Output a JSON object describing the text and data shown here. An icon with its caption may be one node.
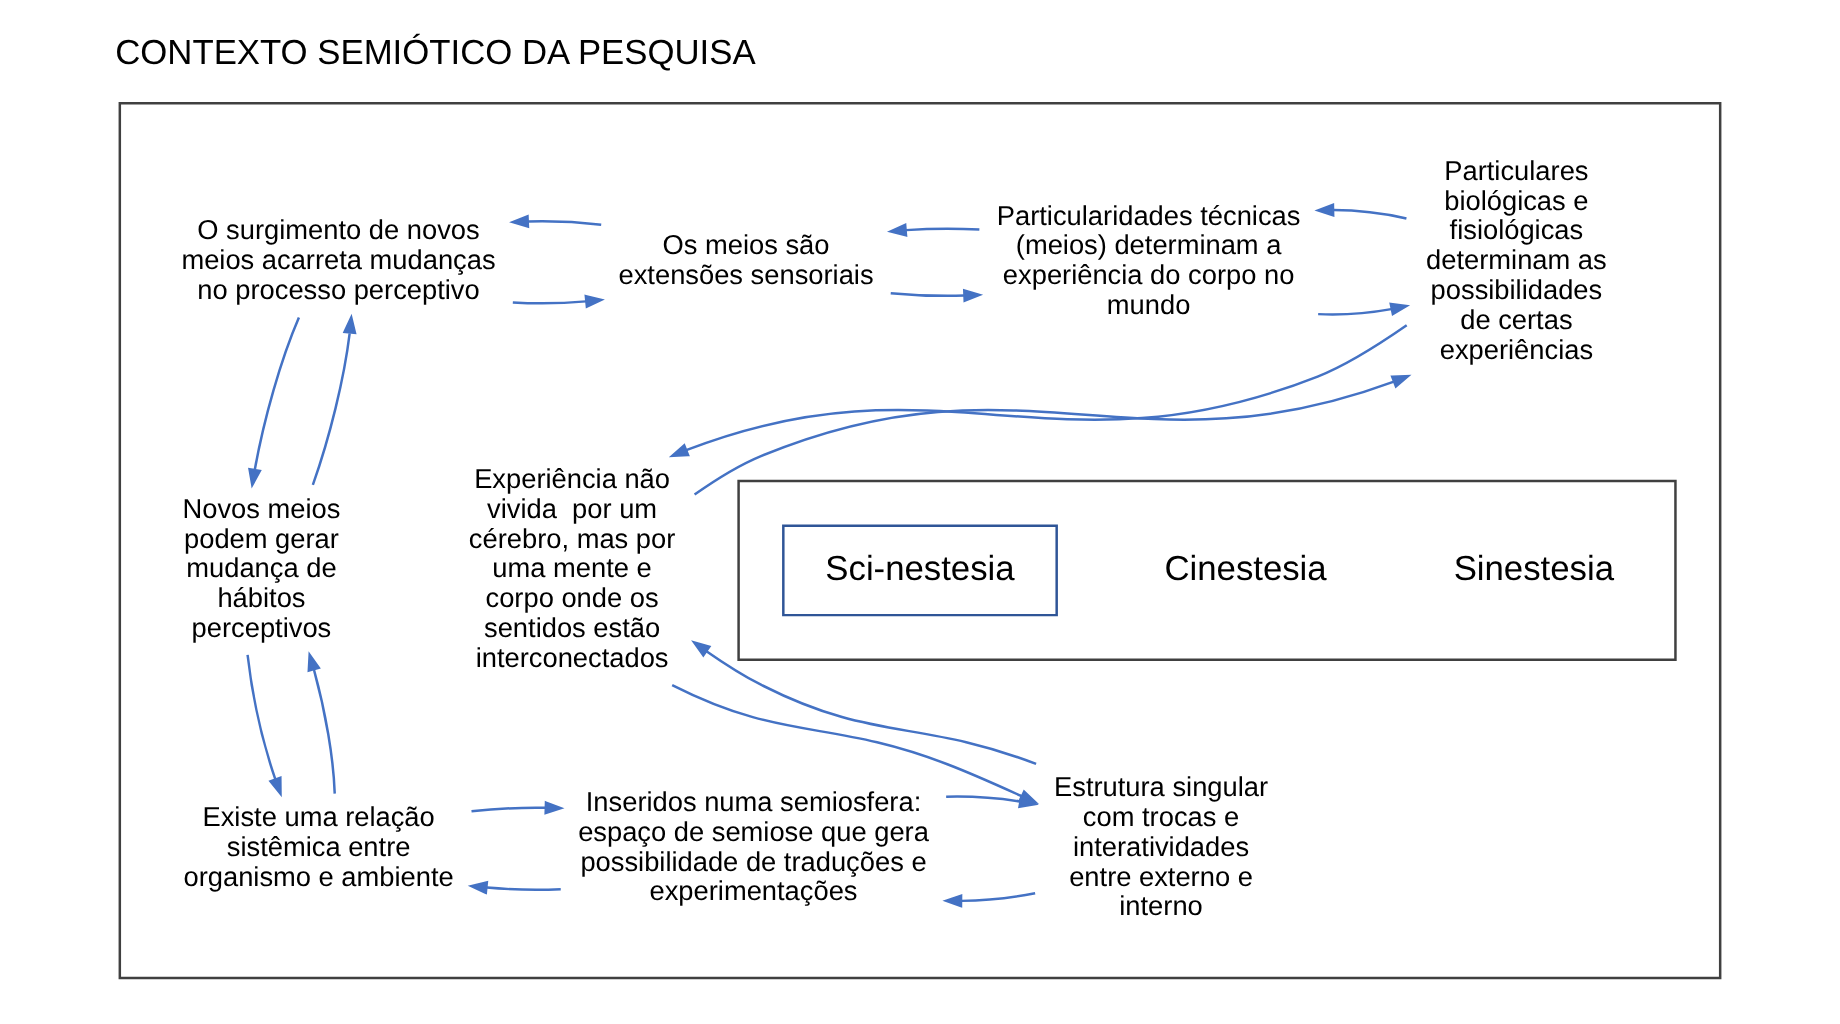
{
  "diagram": {
    "title": "CONTEXTO SEMIÓTICO DA PESQUISA",
    "nodes": [
      {
        "text": [],
        "shape": "box"
      },
      {
        "text": [
          "O surgimento de novos meios acarreta mudanças no processo perceptivo"
        ],
        "in": 0
      },
      {
        "text": [
          "Os meios são extensões sensoriais"
        ],
        "in": 0
      },
      {
        "text": [
          "Particularidades técnicas (meios) determinam a experiência do corpo no mundo"
        ],
        "in": 0
      },
      {
        "text": [
          "Particulares biológicas e fisiológicas determinam as possibilidades de certas experiências"
        ],
        "in": 0
      },
      {
        "text": [
          "Novos meios podem gerar mudança de hábitos perceptivos"
        ],
        "in": 0
      },
      {
        "text": [],
        "shape": "box",
        "in": 0
      },
      {
        "text": [
          "Sinestesia"
        ],
        "in": 6
      },
      {
        "text": [
          "Cinestesia"
        ],
        "in": 6
      },
      {
        "text": [
          "Experiência não vivida  por um cérebro, mas por uma mente e corpo onde os sentidos estão interconectados"
        ],
        "in": 0
      },
      {
        "text": [
          "Sci-nestesia"
        ],
        "in": 6
      },
      {
        "text": [
          "Existe uma relação sistêmica entre organismo e ambiente"
        ],
        "in": 0
      },
      {
        "text": [
          "Inseridos numa semiosfera: espaço de semiose que gera possibilidade de traduções e experimentações"
        ],
        "in": 0
      },
      {
        "text": [
          "Estrutura singular com trocas e interatividades entre externo e interno"
        ],
        "in": 0
      }
    ],
    "edges": [
      {
        "from": 1,
        "to": 2,
        "arrow": "to"
      },
      {
        "from": 2,
        "to": 1,
        "arrow": "to"
      },
      {
        "from": 2,
        "to": 3,
        "arrow": "to"
      },
      {
        "from": 3,
        "to": 2,
        "arrow": "to"
      },
      {
        "from": 3,
        "to": 4,
        "arrow": "to"
      },
      {
        "from": 4,
        "to": 3,
        "arrow": "to"
      },
      {
        "from": 1,
        "to": 5,
        "arrow": "to"
      },
      {
        "from": 5,
        "to": 1,
        "arrow": "to"
      },
      {
        "from": 4,
        "to": 9,
        "arrow": "to"
      },
      {
        "from": 9,
        "to": 4,
        "arrow": "to"
      },
      {
        "from": 5,
        "to": 11,
        "arrow": "to"
      },
      {
        "from": 11,
        "to": 5,
        "arrow": "to"
      },
      {
        "from": 9,
        "to": 13,
        "arrow": "to"
      },
      {
        "from": 13,
        "to": 9,
        "arrow": "to"
      },
      {
        "from": 12,
        "to": 11,
        "arrow": "to"
      },
      {
        "from": 11,
        "to": 12,
        "arrow": "to"
      },
      {
        "from": 13,
        "to": 12,
        "arrow": "to"
      },
      {
        "from": 12,
        "to": 13,
        "arrow": "to"
      }
    ]
  }
}
